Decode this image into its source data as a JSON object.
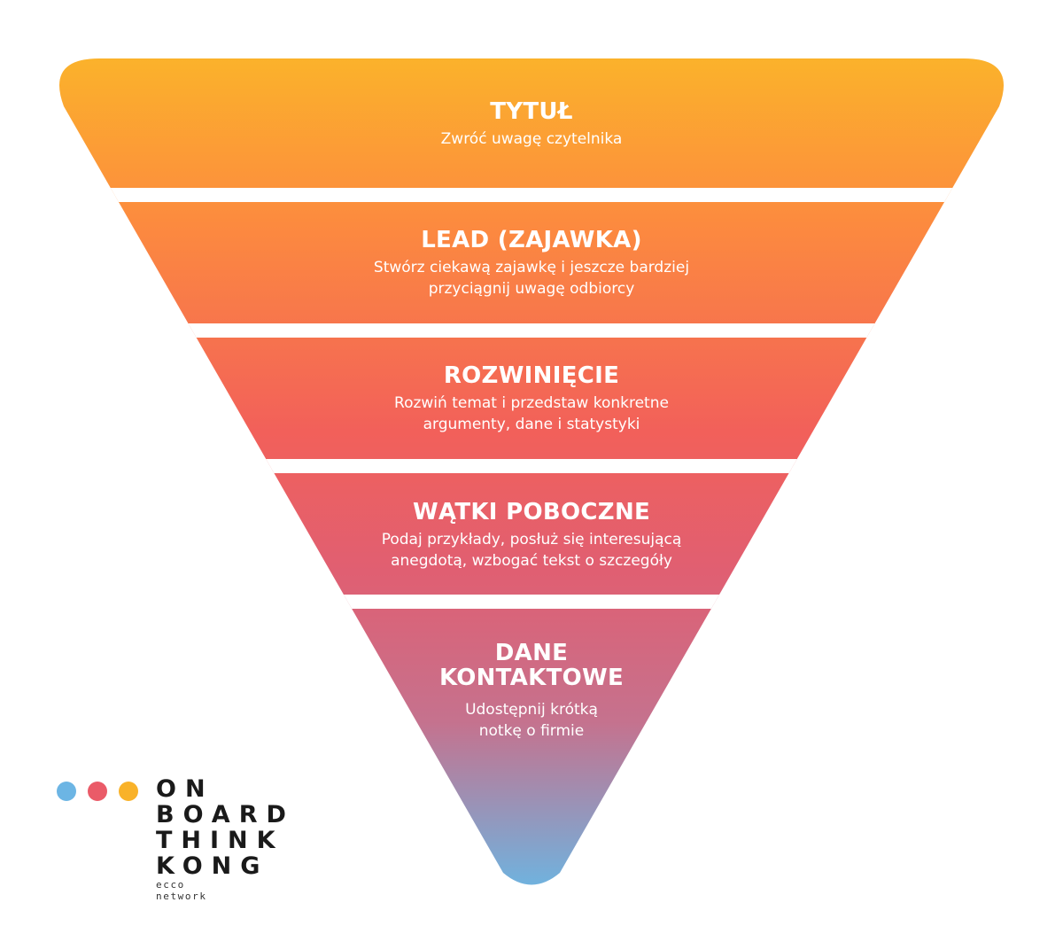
{
  "pyramid": {
    "layers": [
      {
        "title": "TYTUŁ",
        "description": "Zwróć uwagę czytelnika"
      },
      {
        "title": "LEAD (ZAJAWKA)",
        "description": "Stwórz ciekawą zajawkę i jeszcze bardziej\nprzyciągnij uwagę odbiorcy"
      },
      {
        "title": "ROZWINIĘCIE",
        "description": "Rozwiń temat i przedstaw konkretne\nargumenty, dane i statystyki"
      },
      {
        "title": "WĄTKI POBOCZNE",
        "description": "Podaj przykłady, posłuż się interesującą\nanegdotą, wzbogać tekst o szczegóły"
      },
      {
        "title": "DANE\nKONTAKTOWE",
        "description": "Udostępnij krótką\nnotkę o firmie"
      }
    ],
    "colors": {
      "top": "#fbb22b",
      "upper_mid": "#fc8a3f",
      "mid": "#f2605a",
      "lower_mid": "#e05f72",
      "lower": "#c5728e",
      "bottom": "#6fb3df"
    }
  },
  "logo": {
    "line1": "ON",
    "line2": "BOARD",
    "line3": "THINK",
    "line4": "KONG",
    "tagline": "ecco network",
    "dot_colors": [
      "#6cb5e4",
      "#ea5b68",
      "#f9b229"
    ]
  }
}
